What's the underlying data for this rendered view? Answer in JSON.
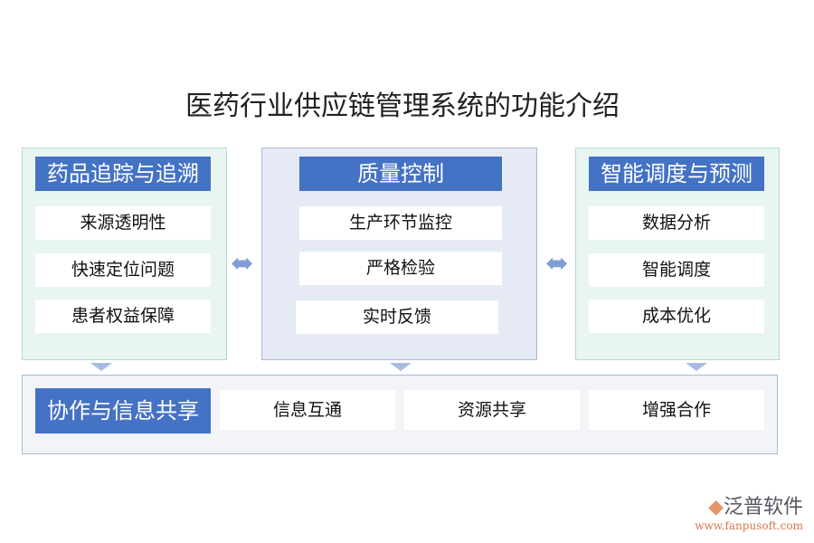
{
  "title": "医药行业供应链管理系统的功能介绍",
  "sections": [
    {
      "heading": "药品追踪与追溯",
      "items": [
        "来源透明性",
        "快速定位问题",
        "患者权益保障"
      ]
    },
    {
      "heading": "质量控制",
      "items": [
        "生产环节监控",
        "严格检验",
        "实时反馈"
      ]
    },
    {
      "heading": "智能调度与预测",
      "items": [
        "数据分析",
        "智能调度",
        "成本优化"
      ]
    }
  ],
  "bottom": {
    "heading": "协作与信息共享",
    "items": [
      "信息互通",
      "资源共享",
      "增强合作"
    ]
  },
  "logo": {
    "name": "泛普软件",
    "url": "www.fanpusoft.com"
  },
  "colors": {
    "header": "#4472c4",
    "arrow": "#7f9fd4"
  }
}
